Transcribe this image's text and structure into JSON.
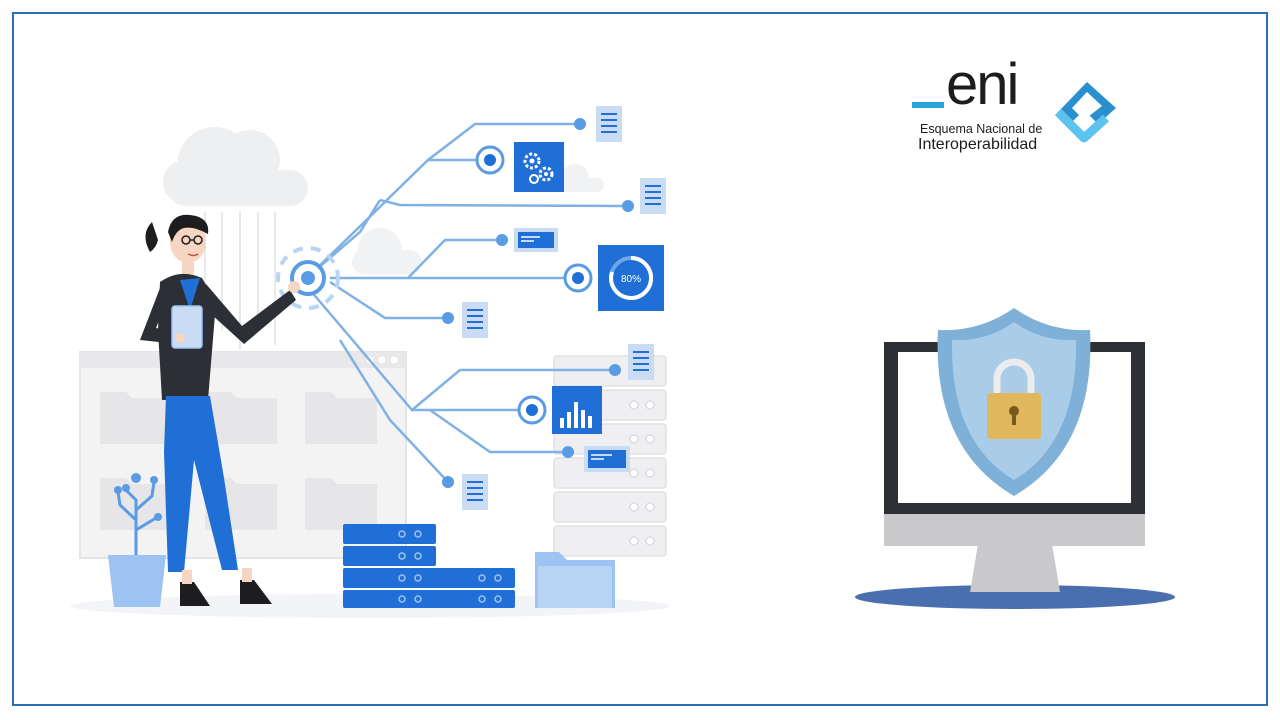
{
  "logo": {
    "wordmark": "eni",
    "line1": "Esquema Nacional de",
    "line2": "Interoperabilidad"
  },
  "dashboard_card": {
    "percent_label": "80%"
  },
  "colors": {
    "frame_border": "#2d6fb6",
    "primary_blue": "#1f6fd6",
    "light_blue": "#9cc3f2",
    "grey_light": "#ececec",
    "shield_blue": "#a9cde8",
    "lock_gold": "#e0b75c",
    "logo_cyan": "#2aa3dc"
  },
  "icons": [
    "cloud-icon",
    "gears-icon",
    "document-icon",
    "dashboard-icon",
    "bar-chart-icon",
    "folder-icon",
    "plant-icon",
    "shield-lock-icon",
    "monitor-icon"
  ]
}
